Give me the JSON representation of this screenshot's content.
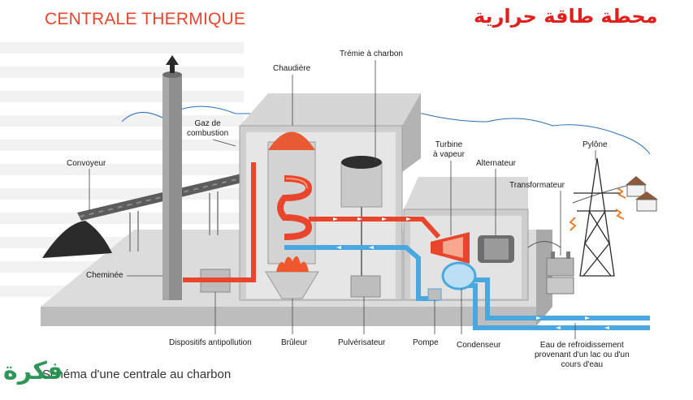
{
  "title_fr": "CENTRALE THERMIQUE",
  "title_ar": "محطة طاقة حرارية",
  "labels": {
    "tremie": "Trémie à charbon",
    "chaudiere": "Chaudière",
    "gaz": "Gaz de\ncombustion",
    "convoyeur": "Convoyeur",
    "turbine": "Turbine\nà vapeur",
    "alternateur": "Alternateur",
    "pylone": "Pylône",
    "transformateur": "Transformateur",
    "cheminee": "Cheminée",
    "dispositifs": "Dispositifs antipollution",
    "bruleur": "Brûleur",
    "pulverisateur": "Pulvérisateur",
    "pompe": "Pompe",
    "condenseur": "Condenseur",
    "eau": "Eau de refroidissement\nprovenant d'un lac ou d'un\ncours d'eau"
  },
  "caption": "Schéma d'une centrale au charbon",
  "logo_text": "فكرة",
  "colors": {
    "title": "#e8452c",
    "title_ar": "#e0201c",
    "steam": "#e8452c",
    "water": "#4aa8e0",
    "building": "#c9c9c9"
  }
}
